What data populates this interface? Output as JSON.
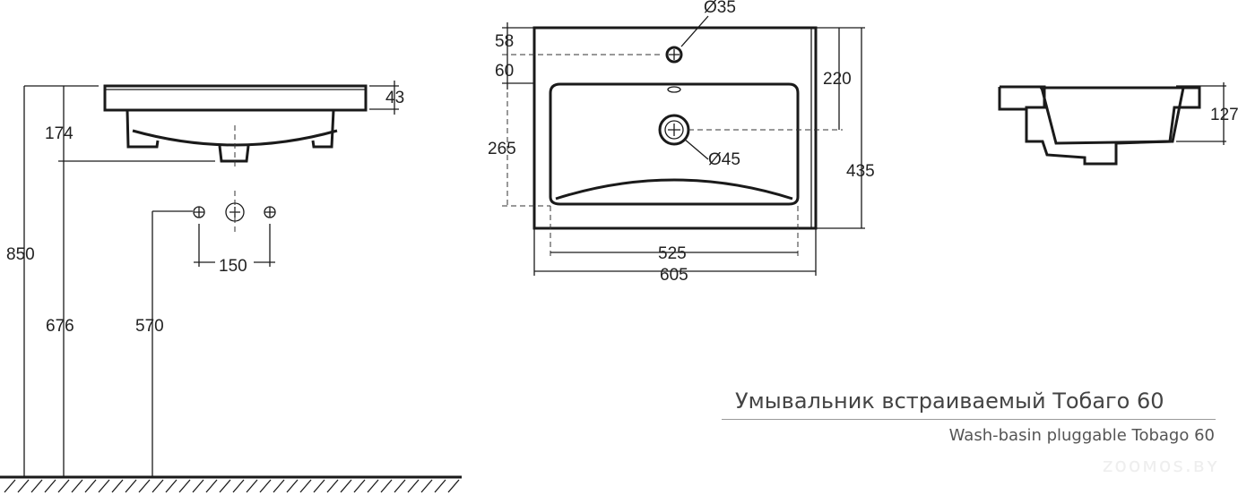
{
  "title": {
    "ru": "Умывальник встраиваемый Тобаго 60",
    "en": "Wash-basin pluggable Tobago 60"
  },
  "watermark": "zoomos.by",
  "side_view": {
    "height_total": "850",
    "height_drain": "676",
    "height_supply": "570",
    "depth_drop": "174",
    "rim_height": "43",
    "supply_spacing": "150"
  },
  "top_view": {
    "tap_hole": "Ø35",
    "tap_offset": "58",
    "bowl_offset": "60",
    "drain_offset": "220",
    "bowl_depth": "265",
    "drain_hole": "Ø45",
    "total_depth": "435",
    "bowl_width": "525",
    "total_width": "605"
  },
  "section_view": {
    "bowl_height": "127"
  }
}
